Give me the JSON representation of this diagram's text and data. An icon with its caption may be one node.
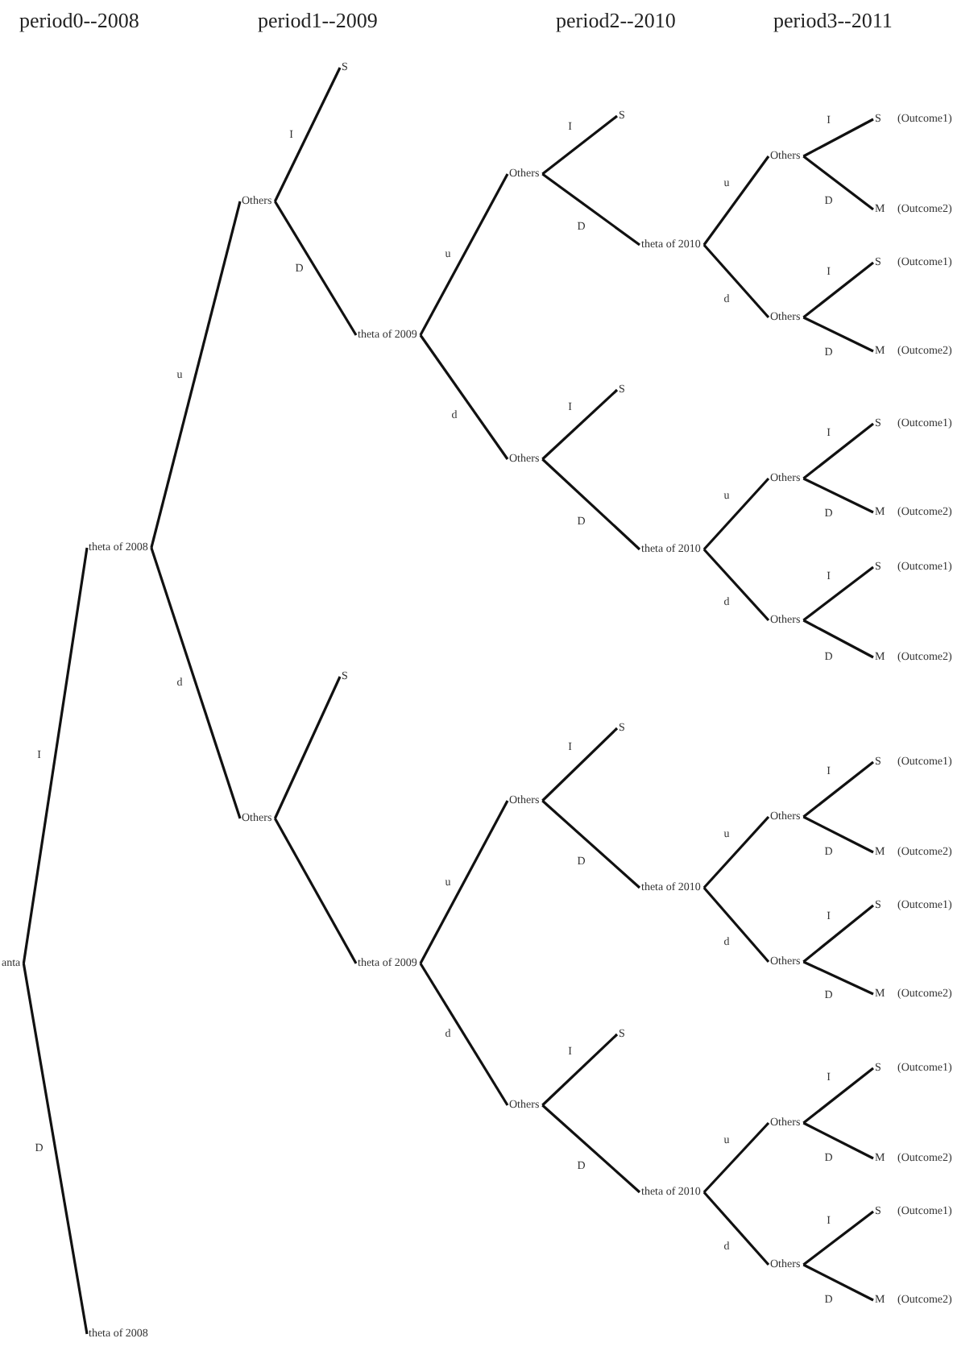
{
  "diagram": {
    "nodes": [
      {
        "text": [
          "anta"
        ]
      },
      {
        "text": [
          "theta of 2008"
        ]
      },
      {
        "text": [
          "theta of 2008"
        ]
      },
      {
        "text": [
          "Others"
        ]
      },
      {
        "text": [
          "S"
        ]
      },
      {
        "text": [
          "theta of 2009"
        ]
      },
      {
        "text": [
          "Others"
        ]
      },
      {
        "text": [
          "S"
        ]
      },
      {
        "text": [
          "theta of 2009"
        ]
      },
      {
        "text": [
          "Others"
        ]
      },
      {
        "text": [
          "S"
        ]
      },
      {
        "text": [
          "theta of 2010"
        ]
      },
      {
        "text": [
          "Others"
        ]
      },
      {
        "text": [
          "S"
        ],
        "beside": [
          "(Outcome1)"
        ]
      },
      {
        "text": [
          "M"
        ],
        "beside": [
          "(Outcome2)"
        ]
      },
      {
        "text": [
          "Others"
        ]
      },
      {
        "text": [
          "S"
        ],
        "beside": [
          "(Outcome1)"
        ]
      },
      {
        "text": [
          "M"
        ],
        "beside": [
          "(Outcome2)"
        ]
      },
      {
        "text": [
          "Others"
        ]
      },
      {
        "text": [
          "S"
        ]
      },
      {
        "text": [
          "theta of 2010"
        ]
      },
      {
        "text": [
          "Others"
        ]
      },
      {
        "text": [
          "S"
        ],
        "beside": [
          "(Outcome1)"
        ]
      },
      {
        "text": [
          "M"
        ],
        "beside": [
          "(Outcome2)"
        ]
      },
      {
        "text": [
          "Others"
        ]
      },
      {
        "text": [
          "S"
        ],
        "beside": [
          "(Outcome1)"
        ]
      },
      {
        "text": [
          "M"
        ],
        "beside": [
          "(Outcome2)"
        ]
      },
      {
        "text": [
          "Others"
        ]
      },
      {
        "text": [
          "S"
        ]
      },
      {
        "text": [
          "theta of 2010"
        ]
      },
      {
        "text": [
          "Others"
        ]
      },
      {
        "text": [
          "S"
        ],
        "beside": [
          "(Outcome1)"
        ]
      },
      {
        "text": [
          "M"
        ],
        "beside": [
          "(Outcome2)"
        ]
      },
      {
        "text": [
          "Others"
        ]
      },
      {
        "text": [
          "S"
        ],
        "beside": [
          "(Outcome1)"
        ]
      },
      {
        "text": [
          "M"
        ],
        "beside": [
          "(Outcome2)"
        ]
      },
      {
        "text": [
          "Others"
        ]
      },
      {
        "text": [
          "S"
        ]
      },
      {
        "text": [
          "theta of 2010"
        ]
      },
      {
        "text": [
          "Others"
        ]
      },
      {
        "text": [
          "S"
        ],
        "beside": [
          "(Outcome1)"
        ]
      },
      {
        "text": [
          "M"
        ],
        "beside": [
          "(Outcome2)"
        ]
      },
      {
        "text": [
          "Others"
        ]
      },
      {
        "text": [
          "S"
        ],
        "beside": [
          "(Outcome1)"
        ]
      },
      {
        "text": [
          "M"
        ],
        "beside": [
          "(Outcome2)"
        ]
      }
    ],
    "edges": [
      {
        "from": 0,
        "to": 1,
        "arrow": "none",
        "label": "I"
      },
      {
        "from": 0,
        "to": 2,
        "arrow": "none",
        "label": "D"
      },
      {
        "from": 1,
        "to": 3,
        "arrow": "none",
        "label": "u"
      },
      {
        "from": 1,
        "to": 6,
        "arrow": "none",
        "label": "d"
      },
      {
        "from": 3,
        "to": 4,
        "arrow": "none",
        "label": "I"
      },
      {
        "from": 3,
        "to": 5,
        "arrow": "none",
        "label": "D"
      },
      {
        "from": 6,
        "to": 7,
        "arrow": "none"
      },
      {
        "from": 6,
        "to": 8,
        "arrow": "none"
      },
      {
        "from": 5,
        "to": 9,
        "arrow": "none",
        "label": "u"
      },
      {
        "from": 5,
        "to": 18,
        "arrow": "none",
        "label": "d"
      },
      {
        "from": 8,
        "to": 27,
        "arrow": "none",
        "label": "u"
      },
      {
        "from": 8,
        "to": 36,
        "arrow": "none",
        "label": "d"
      },
      {
        "from": 9,
        "to": 10,
        "arrow": "none",
        "label": "I"
      },
      {
        "from": 9,
        "to": 11,
        "arrow": "none",
        "label": "D"
      },
      {
        "from": 18,
        "to": 19,
        "arrow": "none",
        "label": "I"
      },
      {
        "from": 18,
        "to": 20,
        "arrow": "none",
        "label": "D"
      },
      {
        "from": 27,
        "to": 28,
        "arrow": "none",
        "label": "I"
      },
      {
        "from": 27,
        "to": 29,
        "arrow": "none",
        "label": "D"
      },
      {
        "from": 36,
        "to": 37,
        "arrow": "none",
        "label": "I"
      },
      {
        "from": 36,
        "to": 38,
        "arrow": "none",
        "label": "D"
      },
      {
        "from": 11,
        "to": 12,
        "arrow": "none",
        "label": "u"
      },
      {
        "from": 11,
        "to": 15,
        "arrow": "none",
        "label": "d"
      },
      {
        "from": 20,
        "to": 21,
        "arrow": "none",
        "label": "u"
      },
      {
        "from": 20,
        "to": 24,
        "arrow": "none",
        "label": "d"
      },
      {
        "from": 29,
        "to": 30,
        "arrow": "none",
        "label": "u"
      },
      {
        "from": 29,
        "to": 33,
        "arrow": "none",
        "label": "d"
      },
      {
        "from": 38,
        "to": 39,
        "arrow": "none",
        "label": "u"
      },
      {
        "from": 38,
        "to": 42,
        "arrow": "none",
        "label": "d"
      },
      {
        "from": 12,
        "to": 13,
        "arrow": "none",
        "label": "I"
      },
      {
        "from": 12,
        "to": 14,
        "arrow": "none",
        "label": "D"
      },
      {
        "from": 15,
        "to": 16,
        "arrow": "none",
        "label": "I"
      },
      {
        "from": 15,
        "to": 17,
        "arrow": "none",
        "label": "D"
      },
      {
        "from": 21,
        "to": 22,
        "arrow": "none",
        "label": "I"
      },
      {
        "from": 21,
        "to": 23,
        "arrow": "none",
        "label": "D"
      },
      {
        "from": 24,
        "to": 25,
        "arrow": "none",
        "label": "I"
      },
      {
        "from": 24,
        "to": 26,
        "arrow": "none",
        "label": "D"
      },
      {
        "from": 30,
        "to": 31,
        "arrow": "none",
        "label": "I"
      },
      {
        "from": 30,
        "to": 32,
        "arrow": "none",
        "label": "D"
      },
      {
        "from": 33,
        "to": 34,
        "arrow": "none",
        "label": "I"
      },
      {
        "from": 33,
        "to": 35,
        "arrow": "none",
        "label": "D"
      },
      {
        "from": 39,
        "to": 40,
        "arrow": "none",
        "label": "I"
      },
      {
        "from": 39,
        "to": 41,
        "arrow": "none",
        "label": "D"
      },
      {
        "from": 42,
        "to": 43,
        "arrow": "none",
        "label": "I"
      },
      {
        "from": 42,
        "to": 44,
        "arrow": "none",
        "label": "D"
      }
    ],
    "labels": [
      "period0--2008",
      "period1--2009",
      "period2--2010",
      "period3--2011"
    ]
  }
}
